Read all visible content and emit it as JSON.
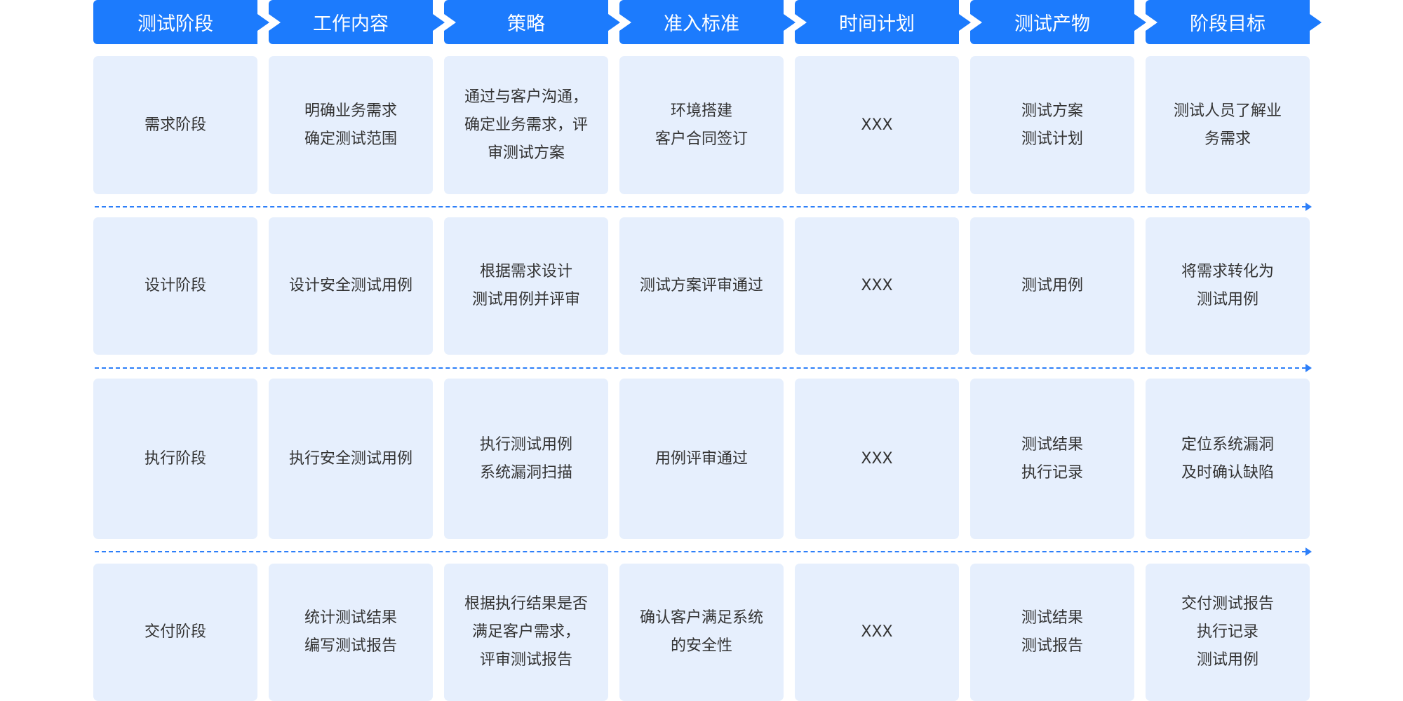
{
  "headers": [
    "测试阶段",
    "工作内容",
    "策略",
    "准入标准",
    "时间计划",
    "测试产物",
    "阶段目标"
  ],
  "rows": [
    [
      "需求阶段",
      "明确业务需求\n确定测试范围",
      "通过与客户沟通，\n确定业务需求，评\n审测试方案",
      "环境搭建\n客户合同签订",
      "XXX",
      "测试方案\n测试计划",
      "测试人员了解业\n务需求"
    ],
    [
      "设计阶段",
      "设计安全测试用例",
      "根据需求设计\n测试用例并评审",
      "测试方案评审通过",
      "XXX",
      "测试用例",
      "将需求转化为\n测试用例"
    ],
    [
      "执行阶段",
      "执行安全测试用例",
      "执行测试用例\n系统漏洞扫描",
      "用例评审通过",
      "XXX",
      "测试结果\n执行记录",
      "定位系统漏洞\n及时确认缺陷"
    ],
    [
      "交付阶段",
      "统计测试结果\n编写测试报告",
      "根据执行结果是否\n满足客户需求，\n评审测试报告",
      "确认客户满足系统\n的安全性",
      "XXX",
      "测试结果\n测试报告",
      "交付测试报告\n执行记录\n测试用例"
    ]
  ],
  "colors": {
    "header": "#1c7bfd",
    "cell": "#e6effd",
    "dash": "#2d7ff9"
  }
}
